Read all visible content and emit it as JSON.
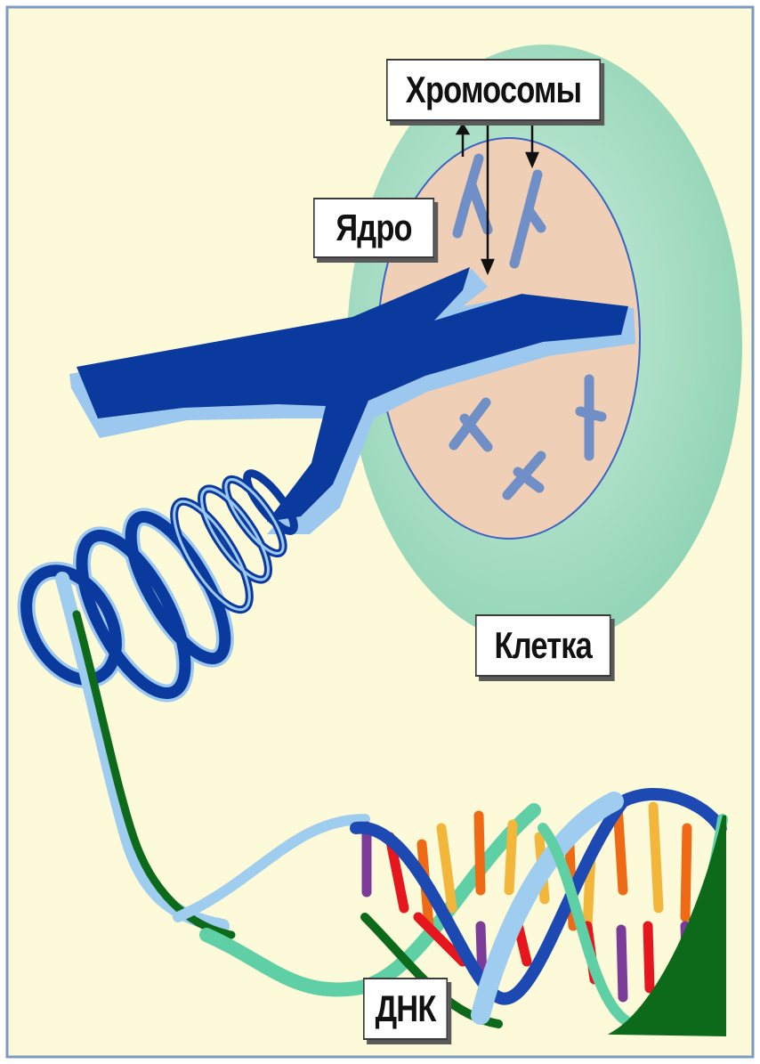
{
  "labels": {
    "chromosomes": "Хромосомы",
    "nucleus": "Ядро",
    "cell": "Клетка",
    "dna": "ДНК"
  },
  "colors": {
    "background": "#fcfad8",
    "frame": "#7d9bc1",
    "cell": "#a8dcc0",
    "nucleus": "#efcfb6",
    "chromosome": "#0b3a9e",
    "chromosome_edge": "#9cc8ef",
    "small_chromosome": "#6f8fc6",
    "dna_strand_light": "#9fcdef",
    "dna_strand_teal": "#5fd0a6",
    "dna_strand_green": "#0c6a1a",
    "base_red": "#e6161e",
    "base_orange": "#ef6a14",
    "base_yellow": "#f2b63b",
    "base_purple": "#7b3b98"
  }
}
